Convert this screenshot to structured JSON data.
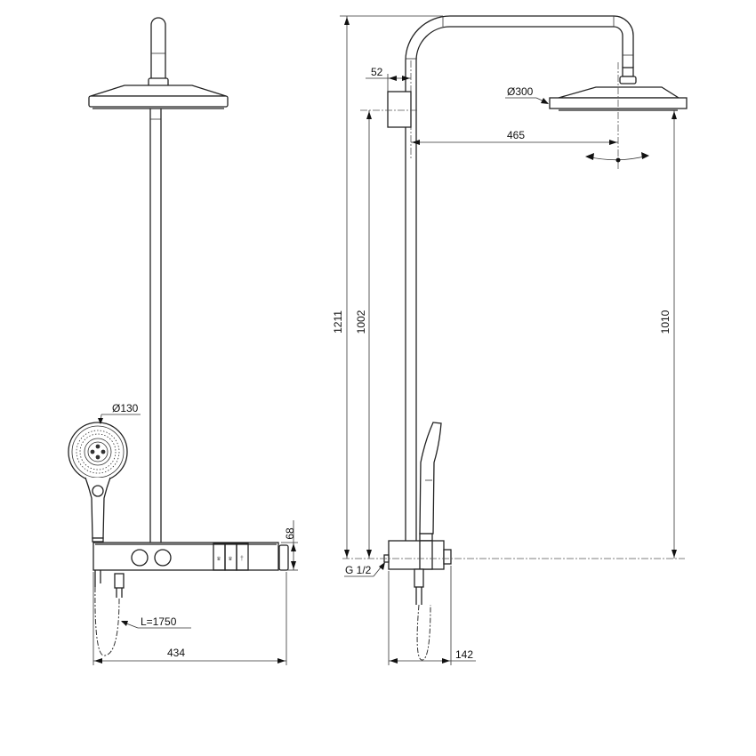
{
  "drawing": {
    "title": "Shower system technical drawing",
    "views": [
      "front-view",
      "side-view"
    ]
  },
  "front_view": {
    "hand_shower_diameter": "Ø130",
    "hose_length": "L=1750",
    "thermostat_height": "68",
    "overall_width": "434",
    "control_button_icons": [
      "overhead-shower-icon",
      "overhead-shower-icon",
      "hand-shower-icon"
    ]
  },
  "side_view": {
    "wall_bracket_depth": "52",
    "overhead_shower_diameter": "Ø300",
    "arm_reach": "465",
    "overall_height": "1211",
    "bracket_height": "1002",
    "overhead_height": "1010",
    "inlet_thread": "G 1/2",
    "thermostat_depth": "142"
  },
  "colors": {
    "line": "#222222",
    "background": "#ffffff"
  }
}
